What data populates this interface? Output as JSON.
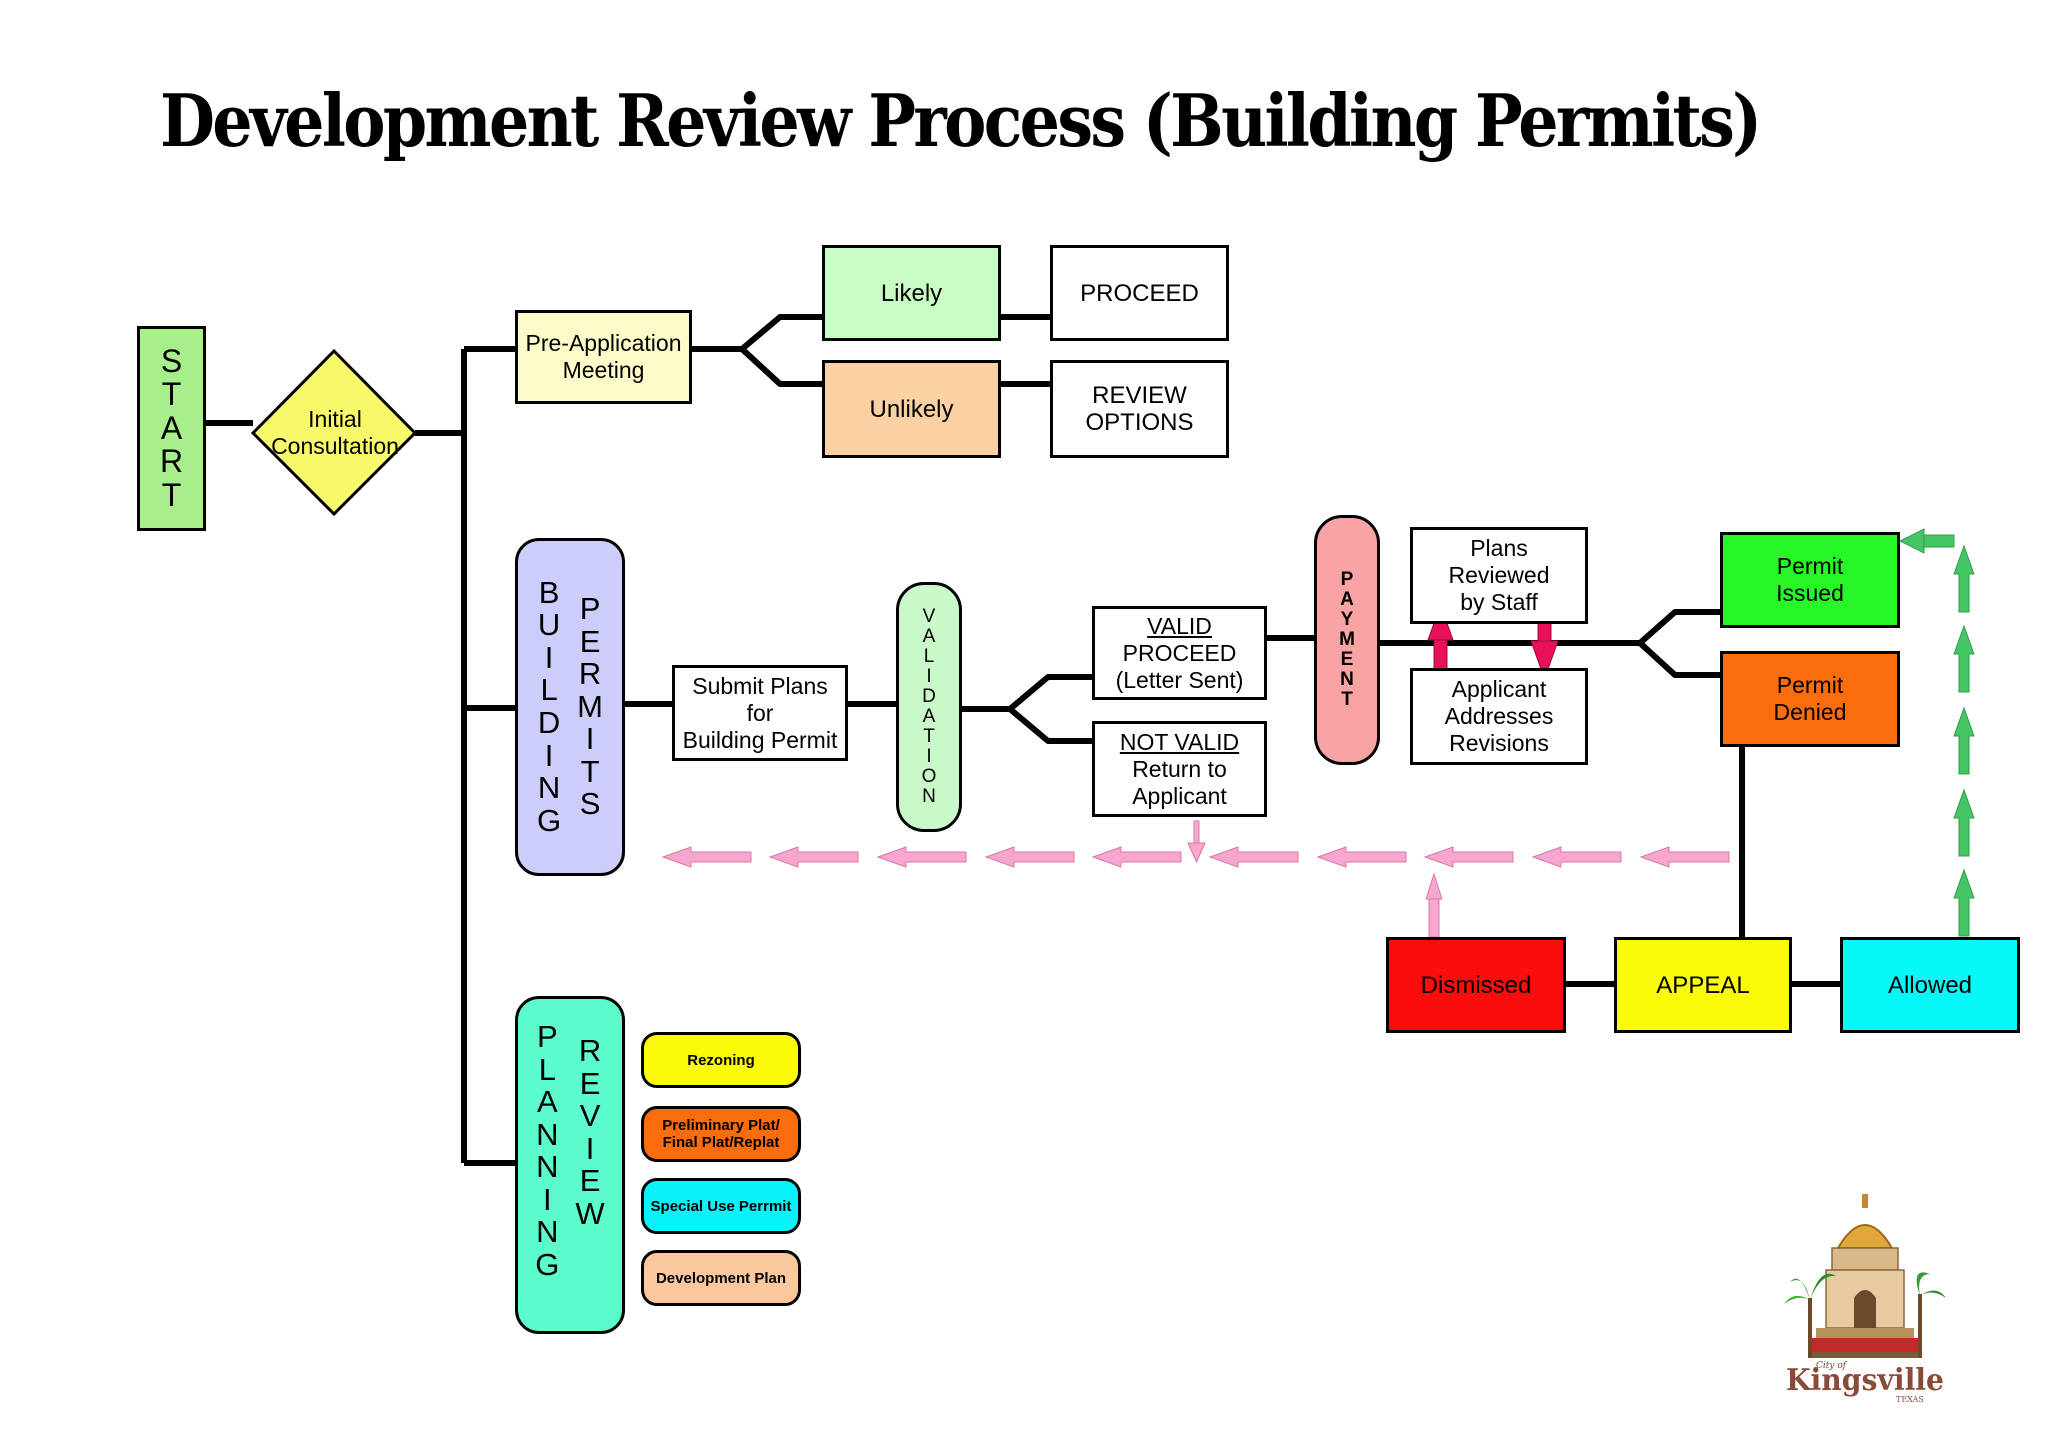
{
  "title": "Development Review Process (Building Permits)",
  "colors": {
    "start": "#a6ef8a",
    "initial": "#f7f86a",
    "pre_app": "#fdfbc9",
    "likely": "#c9fbc4",
    "unlikely": "#fbd0a2",
    "building_permits": "#cccdfa",
    "validation": "#c9f9c9",
    "payment": "#f8a4a4",
    "permit_issued": "#27f627",
    "permit_denied": "#fb6c0a",
    "dismissed": "#fb0d0d",
    "appeal": "#fbfb07",
    "allowed": "#07f8f8",
    "planning_review": "#5bfbcd",
    "rezoning": "#fbfb07",
    "plat": "#fb6c0a",
    "special_use": "#07f3f8",
    "development_plan": "#fbc79c",
    "pink_arrow": "#f7a6cf",
    "green_arrow": "#46c565",
    "magenta_arrow": "#e8105a"
  },
  "nodes": {
    "start": "START",
    "initial_consultation": "Initial\nConsultation",
    "pre_application_meeting": "Pre-Application\nMeeting",
    "likely": "Likely",
    "unlikely": "Unlikely",
    "proceed": "PROCEED",
    "review_options": "REVIEW\nOPTIONS",
    "building": "BUILDING",
    "permits": "PERMITS",
    "submit_plans": "Submit Plans\nfor\nBuilding Permit",
    "validation": "VALIDATION",
    "valid_heading": "VALID",
    "valid_body": "PROCEED\n(Letter Sent)",
    "not_valid_heading": "NOT VALID",
    "not_valid_body": "Return to\nApplicant",
    "payment": "PAYMENT",
    "plans_reviewed": "Plans\nReviewed\nby Staff",
    "applicant_revisions": "Applicant\nAddresses\nRevisions",
    "permit_issued": "Permit\nIssued",
    "permit_denied": "Permit\nDenied",
    "dismissed": "Dismissed",
    "appeal": "APPEAL",
    "allowed": "Allowed",
    "planning": "PLANNING",
    "review": "REVIEW",
    "rezoning": "Rezoning",
    "plat": "Preliminary Plat/\nFinal Plat/Replat",
    "special_use": "Special Use Perrmit",
    "development_plan": "Development Plan"
  },
  "logo": {
    "city_of": "City of",
    "name": "Kingsville",
    "state": "TEXAS"
  }
}
